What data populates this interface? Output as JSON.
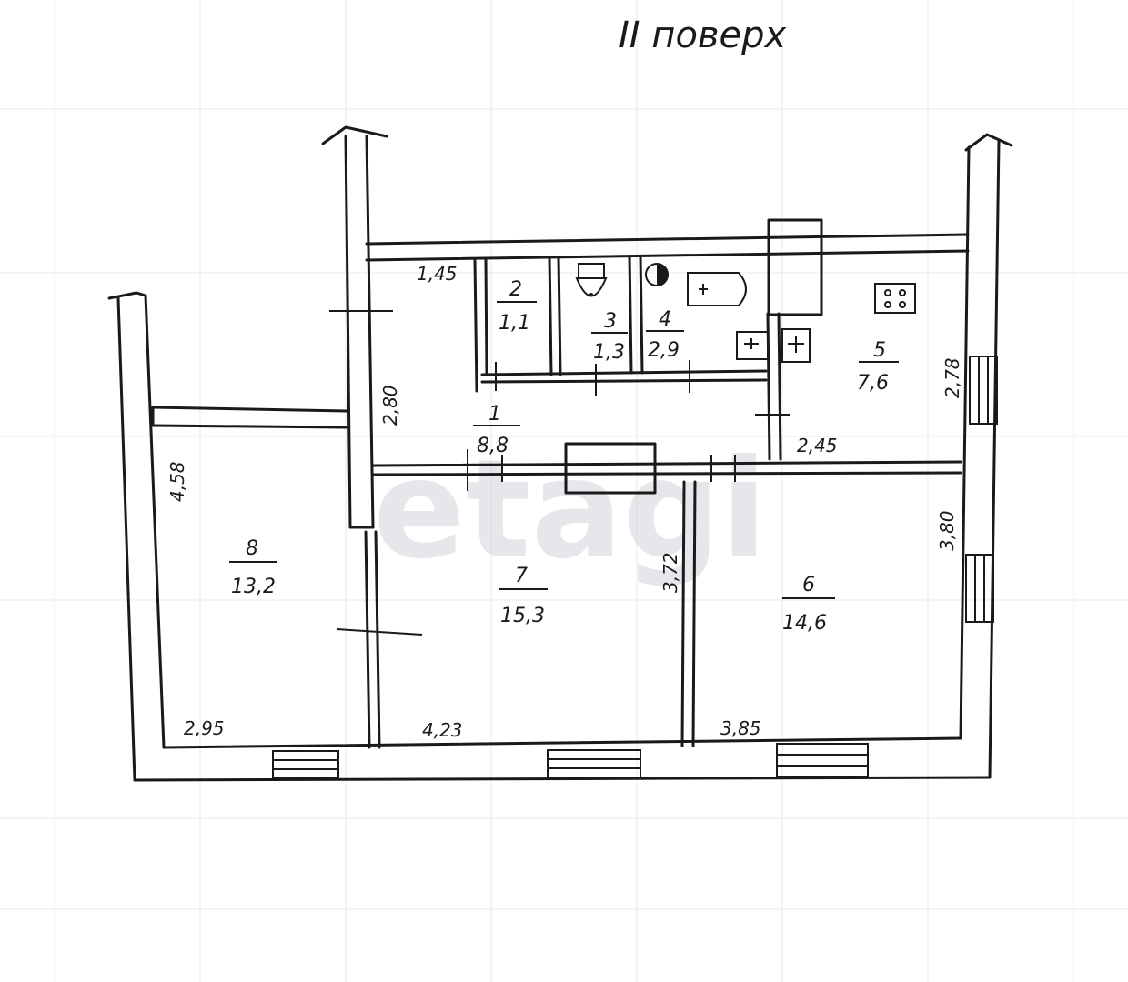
{
  "title": "II поверх",
  "watermark": "etagi",
  "rooms": [
    {
      "number": "1",
      "area": "8,8"
    },
    {
      "number": "2",
      "area": "1,1"
    },
    {
      "number": "3",
      "area": "1,3"
    },
    {
      "number": "4",
      "area": "2,9"
    },
    {
      "number": "5",
      "area": "7,6"
    },
    {
      "number": "6",
      "area": "14,6"
    },
    {
      "number": "7",
      "area": "15,3"
    },
    {
      "number": "8",
      "area": "13,2"
    }
  ],
  "dimensions": {
    "d_145": "1,45",
    "d_280": "2,80",
    "d_278": "2,78",
    "d_245": "2,45",
    "d_458": "4,58",
    "d_372": "3,72",
    "d_380": "3,80",
    "d_295": "2,95",
    "d_423": "4,23",
    "d_385": "3,85"
  },
  "colors": {
    "ink": "#1a1a1a",
    "paper": "#ffffff",
    "grid": "#e6e8ee"
  }
}
